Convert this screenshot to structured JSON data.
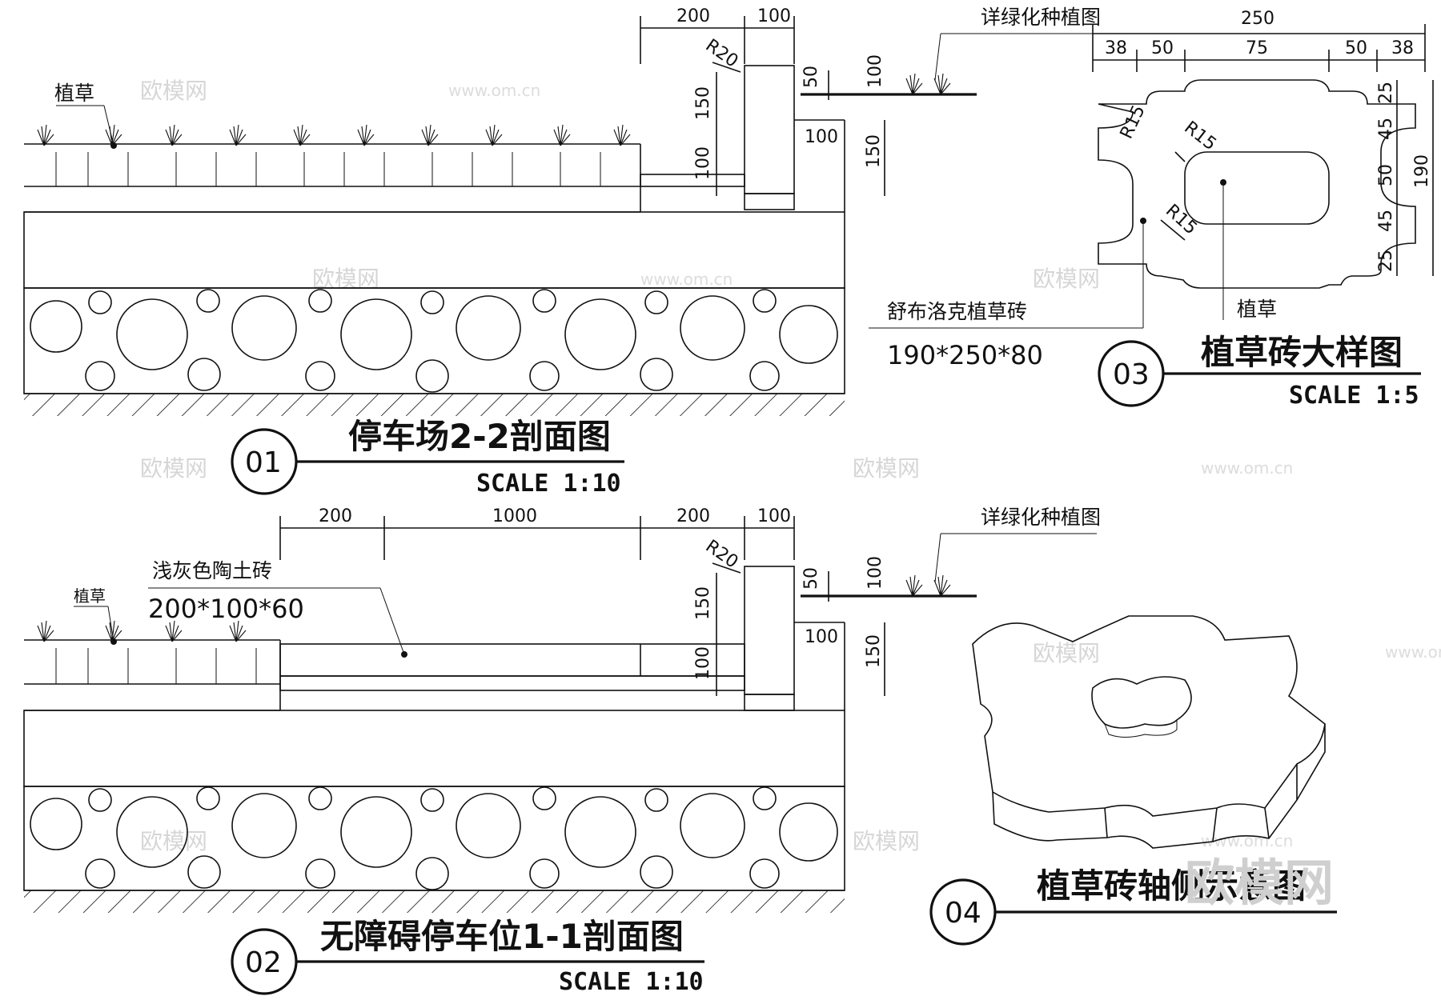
{
  "details": [
    {
      "id": "01",
      "title": "停车场2-2剖面图",
      "scale": "SCALE 1:10"
    },
    {
      "id": "02",
      "title": "无障碍停车位1-1剖面图",
      "scale": "SCALE 1:10"
    },
    {
      "id": "03",
      "title": "植草砖大样图",
      "scale": "SCALE 1:5"
    },
    {
      "id": "04",
      "title": "植草砖轴侧示意图"
    }
  ],
  "labels": {
    "grass": "植草",
    "greening_ref": "详绿化种植图",
    "paver_name": "舒布洛克植草砖",
    "paver_size": "190*250*80",
    "ceramic_name": "浅灰色陶土砖",
    "ceramic_size": "200*100*60"
  },
  "dims": {
    "s1_top": [
      "200",
      "100"
    ],
    "s2_top": [
      "200",
      "1000",
      "200",
      "100"
    ],
    "curb_radius": "R20",
    "curb_v": [
      "150",
      "100"
    ],
    "grass_v": [
      "50",
      "100"
    ],
    "curb_out": "100",
    "side_v": "150",
    "paver_total": "250",
    "paver_h": [
      "38",
      "50",
      "75",
      "50",
      "38"
    ],
    "paver_v": [
      "25",
      "45",
      "50",
      "45",
      "25"
    ],
    "paver_total_v": "190",
    "paver_radius": "R15"
  },
  "watermark": {
    "text": "欧模网",
    "url": "www.om.cn",
    "logo": "欧模网"
  }
}
